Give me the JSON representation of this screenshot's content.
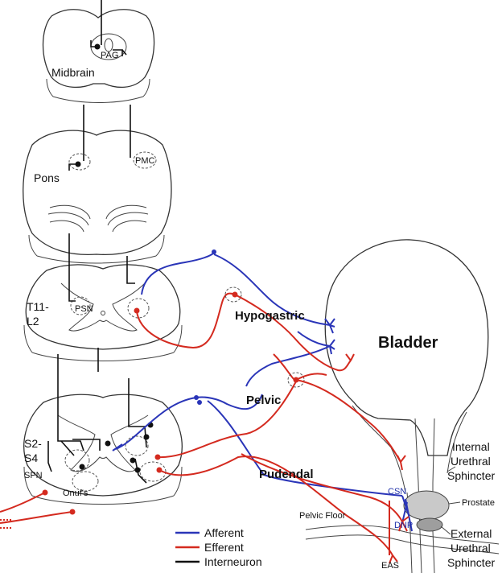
{
  "labels": {
    "midbrain": "Midbrain",
    "pag": "PAG",
    "pons": "Pons",
    "pmc": "PMC",
    "t11_line1": "T11-",
    "t11_line2": "L2",
    "psn": "PSN",
    "s2_line1": "S2-",
    "s2_line2": "S4",
    "spn": "SPN",
    "onufs": "Onuf's",
    "hypogastric": "Hypogastric",
    "pelvic": "Pelvic",
    "pudendal": "Pudendal",
    "bladder": "Bladder",
    "internal_1": "Internal",
    "internal_2": "Urethral",
    "internal_3": "Sphincter",
    "csn": "CSN",
    "prostate": "Prostate",
    "pelvic_floor": "Pelvic Floor",
    "dnp": "DNP",
    "external_1": "External",
    "external_2": "Urethral",
    "external_3": "Sphincter",
    "eas": "EAS"
  },
  "legend": [
    {
      "label": "Afferent",
      "color": "#2a35b8"
    },
    {
      "label": "Efferent",
      "color": "#d42a1f"
    },
    {
      "label": "Interneuron",
      "color": "#111111"
    }
  ]
}
